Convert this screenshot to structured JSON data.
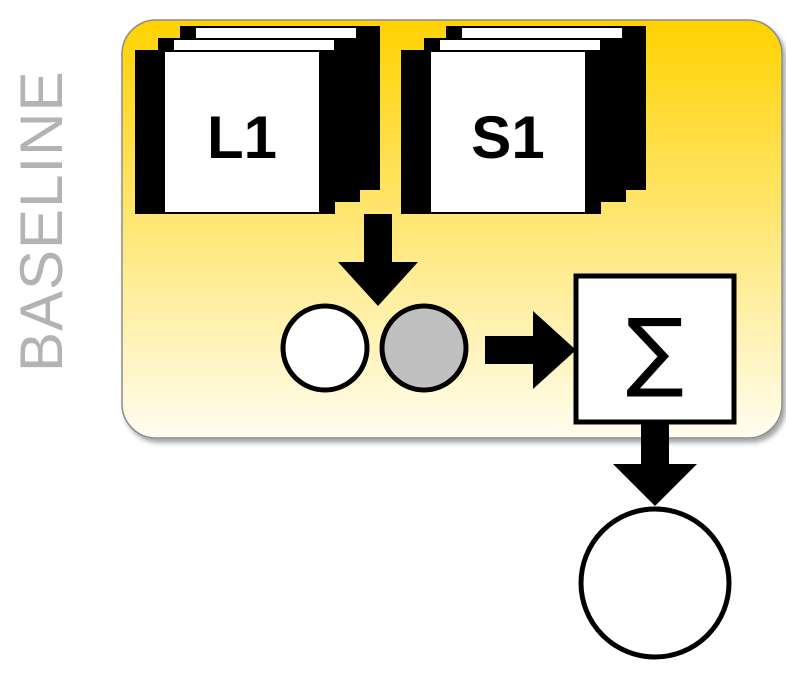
{
  "side_label": "BASELINE",
  "stacks": [
    {
      "id": "L1",
      "label": "L1"
    },
    {
      "id": "S1",
      "label": "S1"
    }
  ],
  "sum_symbol": "∑",
  "colors": {
    "panel_top": "#FFD200",
    "panel_bottom": "#FFFDF0",
    "panel_border": "#8C8C8C",
    "side_label": "#B3B3B3",
    "node_filled": "#C0C0C0",
    "node_empty": "#FFFFFF",
    "stroke": "#000000"
  }
}
